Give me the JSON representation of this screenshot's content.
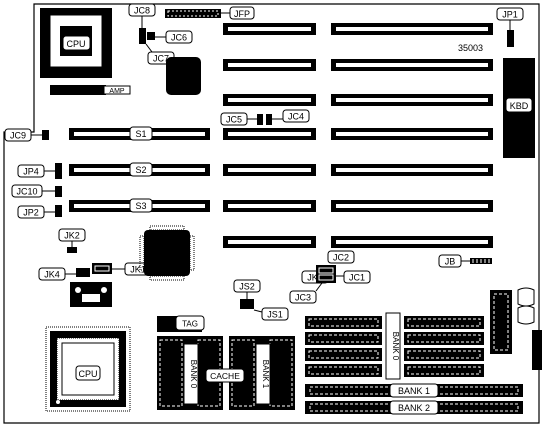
{
  "board": {
    "model": "35003",
    "labels": {
      "cpu_socket_top": "CPU",
      "amp": "AMP",
      "jfp": "JFP",
      "jc8": "JC8",
      "jc6": "JC6",
      "jc7": "JC7",
      "jp1": "JP1",
      "kbd": "KBD",
      "jc5": "JC5",
      "jc4": "JC4",
      "jc9": "JC9",
      "jp4": "JP4",
      "jc10": "JC10",
      "jp2": "JP2",
      "s1": "S1",
      "s2": "S2",
      "s3": "S3",
      "jk2": "JK2",
      "jk4": "JK4",
      "jk1": "JK1",
      "jc2": "JC2",
      "jk3": "JK3",
      "jc1": "JC1",
      "jc3": "JC3",
      "jb": "JB",
      "js2": "JS2",
      "js1": "JS1",
      "tag": "TAG",
      "cache": "CACHE",
      "cache_bank0": "BANK 0",
      "cache_bank1": "BANK 1",
      "cpu_main": "CPU",
      "simm_bank0": "BANK 0",
      "simm_bank1": "BANK 1",
      "simm_bank2": "BANK 2"
    }
  }
}
